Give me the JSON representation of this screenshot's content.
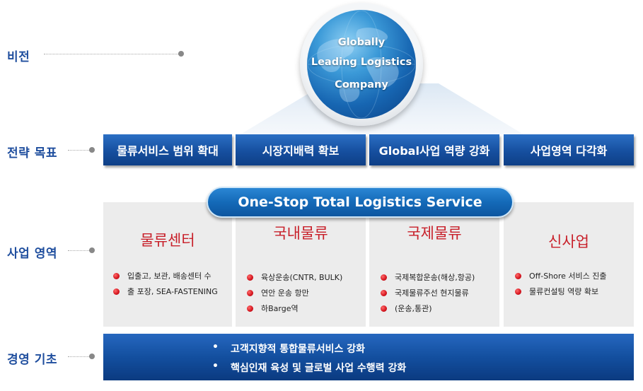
{
  "rows": {
    "vision": "비전",
    "strategy": "전략 목표",
    "business": "사업 영역",
    "foundation": "경영 기초"
  },
  "vision": {
    "lines": [
      "Globally",
      "Leading Logistics",
      "Company"
    ]
  },
  "goals": [
    "물류서비스 범위 확대",
    "시장지배력 확보",
    "Global사업 역량 강화",
    "사업영역 다각화"
  ],
  "banner": "One-Stop Total Logistics Service",
  "business_areas": [
    {
      "title": "물류센터",
      "items": [
        "입출고, 보관, 배송센터  수",
        "출 포장, SEA-FASTENING"
      ]
    },
    {
      "title": "국내물류",
      "items": [
        "육상운송(CNTR, BULK)",
        "연안 운송 항만",
        "하Barge역"
      ]
    },
    {
      "title": "국제물류",
      "items": [
        "국제복합운송(해상,항공)",
        "국제물류주선  현지물류",
        "(운송,통관)"
      ]
    },
    {
      "title": "신사업",
      "items": [
        "Off-Shore 서비스 진출",
        "물류컨설팅 역량 확보"
      ]
    }
  ],
  "foundation": {
    "items": [
      "고객지향적 통합물류서비스 강화",
      "핵심인재 육성 및 글로벌 사업 수행력 강화"
    ]
  },
  "colors": {
    "label_blue": "#1f4e9e",
    "box_blue": "#164f9f",
    "title_red": "#c8202a",
    "panel_gray": "#ececec"
  }
}
